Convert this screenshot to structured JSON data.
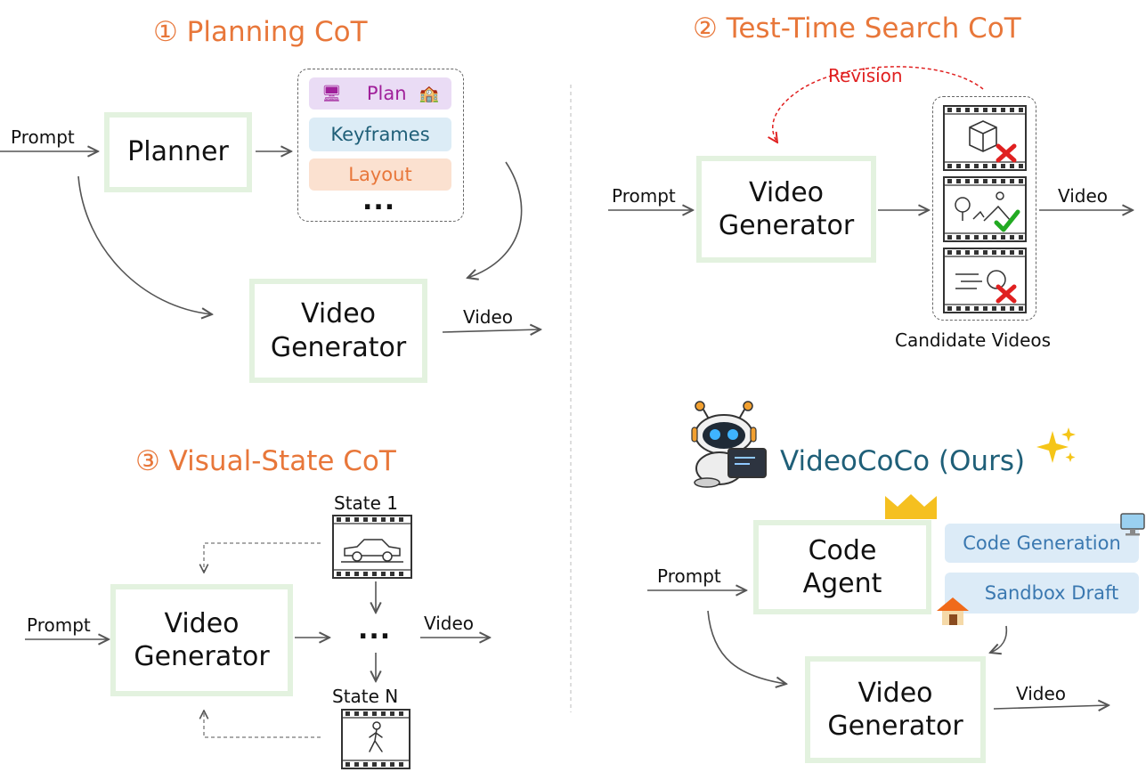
{
  "panels": {
    "planning": {
      "title": "① Planning CoT",
      "prompt": "Prompt",
      "planner": "Planner",
      "plan_items": [
        "Plan",
        "Keyframes",
        "Layout"
      ],
      "ellipsis": "...",
      "generator": [
        "Video",
        "Generator"
      ],
      "output": "Video"
    },
    "search": {
      "title": "② Test-Time Search CoT",
      "revision": "Revision",
      "prompt": "Prompt",
      "generator": [
        "Video",
        "Generator"
      ],
      "output": "Video",
      "candidates_label": "Candidate Videos"
    },
    "visual_state": {
      "title": "③ Visual-State CoT",
      "prompt": "Prompt",
      "generator": [
        "Video",
        "Generator"
      ],
      "state_first": "State 1",
      "state_last": "State N",
      "ellipsis": "...",
      "output": "Video"
    },
    "ours": {
      "title": "VideoCoCo (Ours)",
      "prompt": "Prompt",
      "agent": [
        "Code",
        "Agent"
      ],
      "tools": [
        "Code Generation",
        "Sandbox Draft"
      ],
      "generator": [
        "Video",
        "Generator"
      ],
      "output": "Video"
    }
  },
  "colors": {
    "title_orange": "#e8773a",
    "title_teal": "#1f5f78",
    "box_border": "#e3f2df",
    "revision_red": "#e02020",
    "check_green": "#22aa22"
  }
}
